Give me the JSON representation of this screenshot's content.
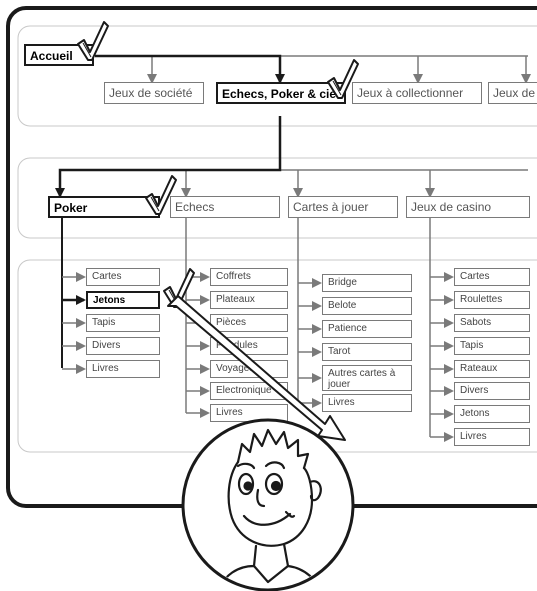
{
  "root": {
    "label": "Accueil"
  },
  "level1": [
    "Jeux de société",
    "Echecs, Poker & cie",
    "Jeux  à collectionner",
    "Jeux de"
  ],
  "level2": [
    "Poker",
    "Echecs",
    "Cartes à jouer",
    "Jeux de casino"
  ],
  "poker_items": [
    "Cartes",
    "Jetons",
    "Tapis",
    "Divers",
    "Livres"
  ],
  "echecs_items": [
    "Coffrets",
    "Plateaux",
    "Pièces",
    "Pendules",
    "Voyages",
    "Electronique",
    "Livres"
  ],
  "cartes_items": [
    "Bridge",
    "Belote",
    "Patience",
    "Tarot",
    "Autres cartes à jouer",
    "Livres"
  ],
  "casino_items": [
    "Cartes",
    "Roulettes",
    "Sabots",
    "Tapis",
    "Rateaux",
    "Divers",
    "Jetons",
    "Livres"
  ],
  "colors": {
    "outline": "#1a1a1a",
    "connector": "#7a7a7a",
    "panel_border": "#c8c8c8",
    "background": "#ffffff"
  },
  "icons": [
    "checkmark-icon",
    "person-face-illustration",
    "arrow-icon"
  ]
}
